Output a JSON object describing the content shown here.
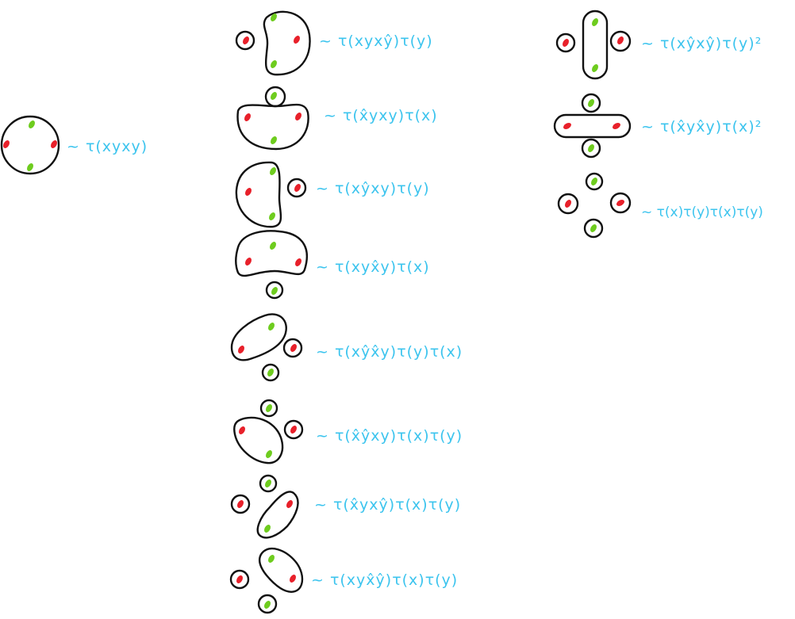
{
  "colors": {
    "ink": "#111111",
    "label": "#3cc4ee",
    "red_point": "#e8202a",
    "green_point": "#6ecc1e"
  },
  "labels": {
    "single": "~ τ(xyxy)",
    "c1": "~ τ(xyxŷ)τ(y)",
    "c2": "~ τ(x̂yxy)τ(x)",
    "c3": "~ τ(xŷxy)τ(y)",
    "c4": "~ τ(xyx̂y)τ(x)",
    "c5": "~ τ(xŷx̂y)τ(y)τ(x)",
    "c6": "~ τ(x̂ŷxy)τ(x)τ(y)",
    "c7": "~ τ(x̂yxŷ)τ(x)τ(y)",
    "c8": "~ τ(xyx̂ŷ)τ(x)τ(y)",
    "r1": "~ τ(xŷxŷ)τ(y)²",
    "r2": "~ τ(x̂yx̂y)τ(x)²",
    "r3": "~ τ(x)τ(y)τ(x)τ(y)"
  }
}
